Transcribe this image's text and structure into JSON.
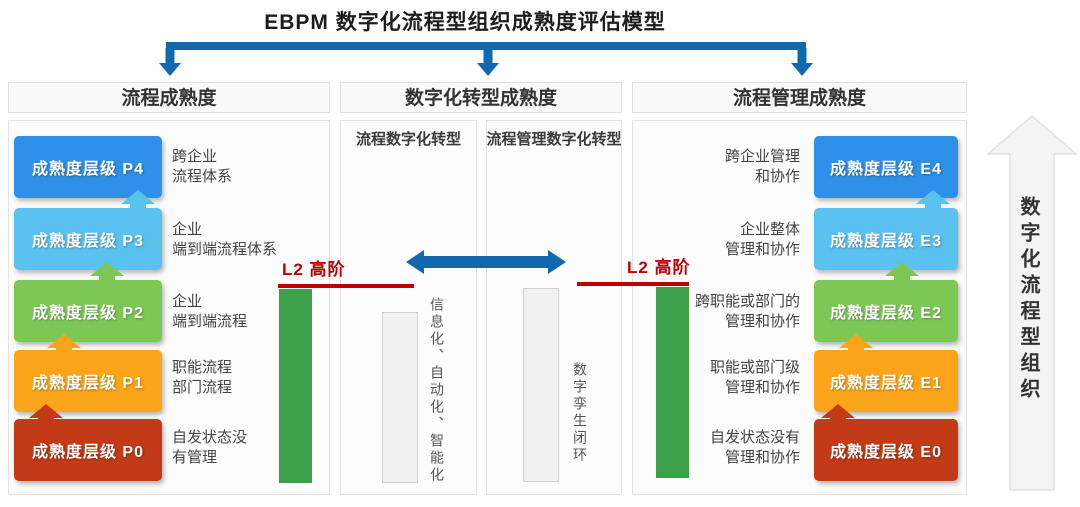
{
  "title": "EBPM 数字化流程型组织成熟度评估模型",
  "colors": {
    "blue": "#2E90E8",
    "light_blue": "#5BC2EF",
    "green": "#7DC855",
    "orange": "#FAA519",
    "dark_red": "#C23A16",
    "bracket_blue": "#1268AE",
    "l2_red": "#C00000",
    "green_bar": "#3E9F4B"
  },
  "left_column": {
    "header": "流程成熟度",
    "l2_label": "L2 高阶",
    "levels": [
      {
        "label": "成熟度层级 P4",
        "desc": "跨企业\n流程体系",
        "color": "#2E90E8"
      },
      {
        "label": "成熟度层级 P3",
        "desc": "企业\n端到端流程体系",
        "color": "#5BC2EF"
      },
      {
        "label": "成熟度层级 P2",
        "desc": "企业\n端到端流程",
        "color": "#7DC855"
      },
      {
        "label": "成熟度层级 P1",
        "desc": "职能流程\n部门流程",
        "color": "#FAA519"
      },
      {
        "label": "成熟度层级 P0",
        "desc": "自发状态没\n有管理",
        "color": "#C23A16"
      }
    ]
  },
  "middle_column": {
    "header": "数字化转型成熟度",
    "l2_label": "L2 高阶",
    "panels": [
      {
        "title": "流程数字化转型",
        "vertical_text": "信息化、自动化、智能化"
      },
      {
        "title": "流程管理数字化转型",
        "vertical_text": "数字孪生闭环"
      }
    ]
  },
  "right_column": {
    "header": "流程管理成熟度",
    "levels": [
      {
        "label": "成熟度层级 E4",
        "desc": "跨企业管理\n和协作",
        "color": "#2E90E8"
      },
      {
        "label": "成熟度层级 E3",
        "desc": "企业整体\n管理和协作",
        "color": "#5BC2EF"
      },
      {
        "label": "成熟度层级 E2",
        "desc": "跨职能或部门的\n管理和协作",
        "color": "#7DC855"
      },
      {
        "label": "成熟度层级 E1",
        "desc": "职能或部门级\n管理和协作",
        "color": "#FAA519"
      },
      {
        "label": "成熟度层级 E0",
        "desc": "自发状态没有\n管理和协作",
        "color": "#C23A16"
      }
    ]
  },
  "side_arrow_label": "数字化流程型组织"
}
